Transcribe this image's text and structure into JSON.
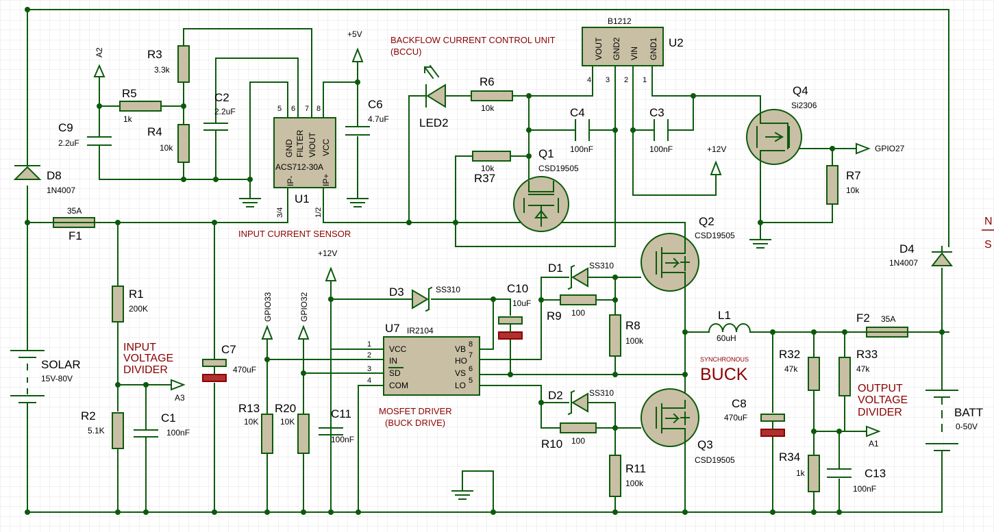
{
  "components": {
    "solar": {
      "ref": "SOLAR",
      "value": "15V-80V"
    },
    "batt": {
      "ref": "BATT",
      "value": "0-50V"
    },
    "d8": {
      "ref": "D8",
      "value": "1N4007"
    },
    "d4": {
      "ref": "D4",
      "value": "1N4007"
    },
    "f1": {
      "ref": "F1",
      "value": "35A"
    },
    "f2": {
      "ref": "F2",
      "value": "35A"
    },
    "r1": {
      "ref": "R1",
      "value": "200K"
    },
    "r2": {
      "ref": "R2",
      "value": "5.1K"
    },
    "c1": {
      "ref": "C1",
      "value": "100nF"
    },
    "r3": {
      "ref": "R3",
      "value": "3.3k"
    },
    "r4": {
      "ref": "R4",
      "value": "10k"
    },
    "r5": {
      "ref": "R5",
      "value": "1k"
    },
    "c9": {
      "ref": "C9",
      "value": "2.2uF"
    },
    "c2": {
      "ref": "C2",
      "value": "2.2uF"
    },
    "c6": {
      "ref": "C6",
      "value": "4.7uF"
    },
    "c7": {
      "ref": "C7",
      "value": "470uF"
    },
    "u1": {
      "ref": "U1",
      "value": "ACS712-30A",
      "pins": {
        "p5": "5",
        "p6": "6",
        "p7": "7",
        "p8": "8",
        "p34": "3/4",
        "p12": "1/2",
        "gnd": "GND",
        "filter": "FILTER",
        "viout": "VIOUT",
        "vcc": "VCC",
        "ipm": "IP-",
        "ipp": "IP+"
      }
    },
    "led2": {
      "ref": "LED2"
    },
    "r6": {
      "ref": "R6",
      "value": "10k"
    },
    "r37": {
      "ref": "R37",
      "value": "10k"
    },
    "q1": {
      "ref": "Q1",
      "value": "CSD19505"
    },
    "c4": {
      "ref": "C4",
      "value": "100nF"
    },
    "c3": {
      "ref": "C3",
      "value": "100nF"
    },
    "u2": {
      "ref": "U2",
      "value": "B1212",
      "pins": {
        "p4": "4",
        "p3": "3",
        "p2": "2",
        "p1": "1",
        "vout": "VOUT",
        "gnd2": "GND2",
        "vin": "VIN",
        "gnd1": "GND1"
      }
    },
    "q4": {
      "ref": "Q4",
      "value": "Si2306"
    },
    "r7": {
      "ref": "R7",
      "value": "10k"
    },
    "q2": {
      "ref": "Q2",
      "value": "CSD19505"
    },
    "q3": {
      "ref": "Q3",
      "value": "CSD19505"
    },
    "d1": {
      "ref": "D1",
      "value": "SS310"
    },
    "d2": {
      "ref": "D2",
      "value": "SS310"
    },
    "d3": {
      "ref": "D3",
      "value": "SS310"
    },
    "r9": {
      "ref": "R9",
      "value": "100"
    },
    "r10": {
      "ref": "R10",
      "value": "100"
    },
    "r8": {
      "ref": "R8",
      "value": "100k"
    },
    "r11": {
      "ref": "R11",
      "value": "100k"
    },
    "c10": {
      "ref": "C10",
      "value": "10uF"
    },
    "u7": {
      "ref": "U7",
      "value": "IR2104",
      "pins": {
        "p1": "1",
        "p2": "2",
        "p3": "3",
        "p4": "4",
        "p5": "5",
        "p6": "6",
        "p7": "7",
        "p8": "8",
        "vcc": "VCC",
        "in": "IN",
        "sd": "SD",
        "com": "COM",
        "vb": "VB",
        "ho": "HO",
        "vs": "VS",
        "lo": "LO"
      }
    },
    "r13": {
      "ref": "R13",
      "value": "10K"
    },
    "r20": {
      "ref": "R20",
      "value": "10K"
    },
    "c11": {
      "ref": "C11",
      "value": "100nF"
    },
    "l1": {
      "ref": "L1",
      "value": "60uH"
    },
    "c8": {
      "ref": "C8",
      "value": "470uF"
    },
    "r32": {
      "ref": "R32",
      "value": "47k"
    },
    "r33": {
      "ref": "R33",
      "value": "47k"
    },
    "r34": {
      "ref": "R34",
      "value": "1k"
    },
    "c13": {
      "ref": "C13",
      "value": "100nF"
    }
  },
  "nets": {
    "a2": "A2",
    "a3": "A3",
    "a1": "A1",
    "v5": "+5V",
    "v12a": "+12V",
    "v12b": "+12V",
    "gpio33": "GPIO33",
    "gpio32": "GPIO32",
    "gpio27": "GPIO27"
  },
  "annotations": {
    "bccu_line1": "BACKFLOW CURRENT CONTROL UNIT",
    "bccu_line2": "(BCCU)",
    "input_current": "INPUT CURRENT SENSOR",
    "ivd_1": "INPUT",
    "ivd_2": "VOLTAGE",
    "ivd_3": "DIVIDER",
    "ovd_1": "OUTPUT",
    "ovd_2": "VOLTAGE",
    "ovd_3": "DIVIDER",
    "mosfet_driver_1": "MOSFET DRIVER",
    "mosfet_driver_2": "(BUCK DRIVE)",
    "synchronous": "SYNCHRONOUS",
    "buck": "BUCK",
    "side_n": "N",
    "side_s": "S"
  },
  "colors": {
    "wire": "#0b5a0b",
    "body": "#c8bfa4",
    "annotation": "#8b0000",
    "grid": "#e3e3e3"
  }
}
